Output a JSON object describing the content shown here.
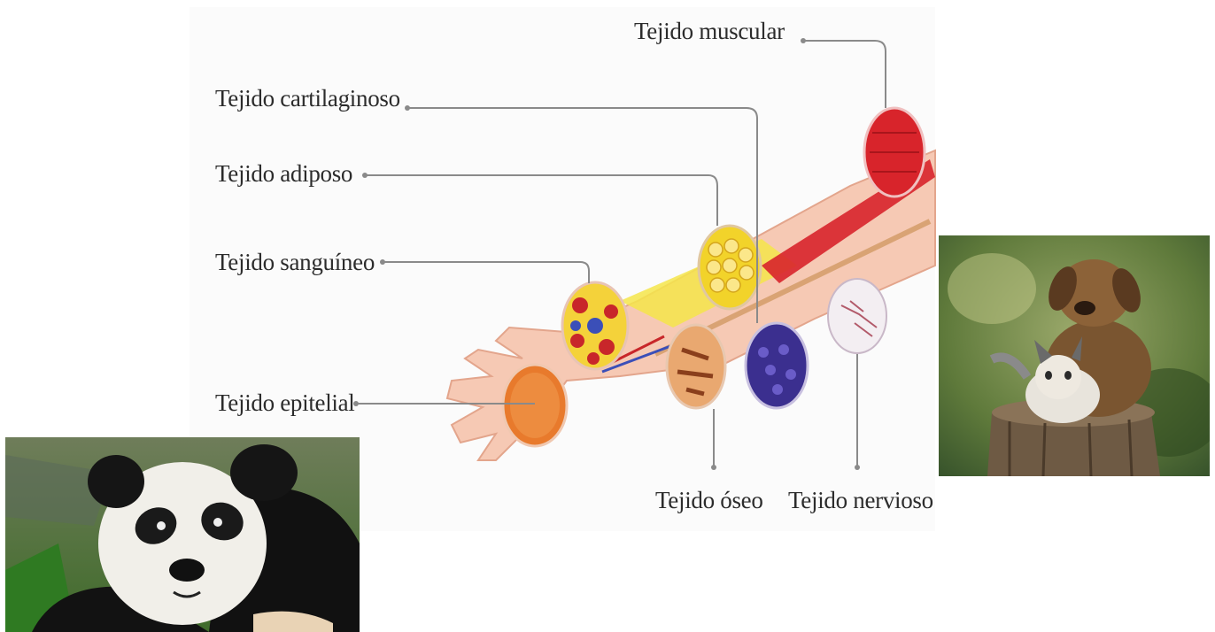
{
  "labels": {
    "muscular": "Tejido muscular",
    "cartilaginoso": "Tejido cartilaginoso",
    "adiposo": "Tejido adiposo",
    "sanguineo": "Tejido sanguíneo",
    "epitelial": "Tejido epitelial",
    "oseo": "Tejido óseo",
    "nervioso": "Tejido nervioso"
  },
  "colors": {
    "leader_line": "#8a8a8a",
    "muscle": "#d8242b",
    "fat": "#f2d32a",
    "blood": "#c8262a",
    "epithelial": "#e87a2c",
    "bone": "#c96a2e",
    "cartilage": "#3b2f8f",
    "nerve": "#f3eef2",
    "skin": "#f6c9b4"
  },
  "photos": [
    "panda-photo",
    "puppy-and-kitten-photo"
  ]
}
